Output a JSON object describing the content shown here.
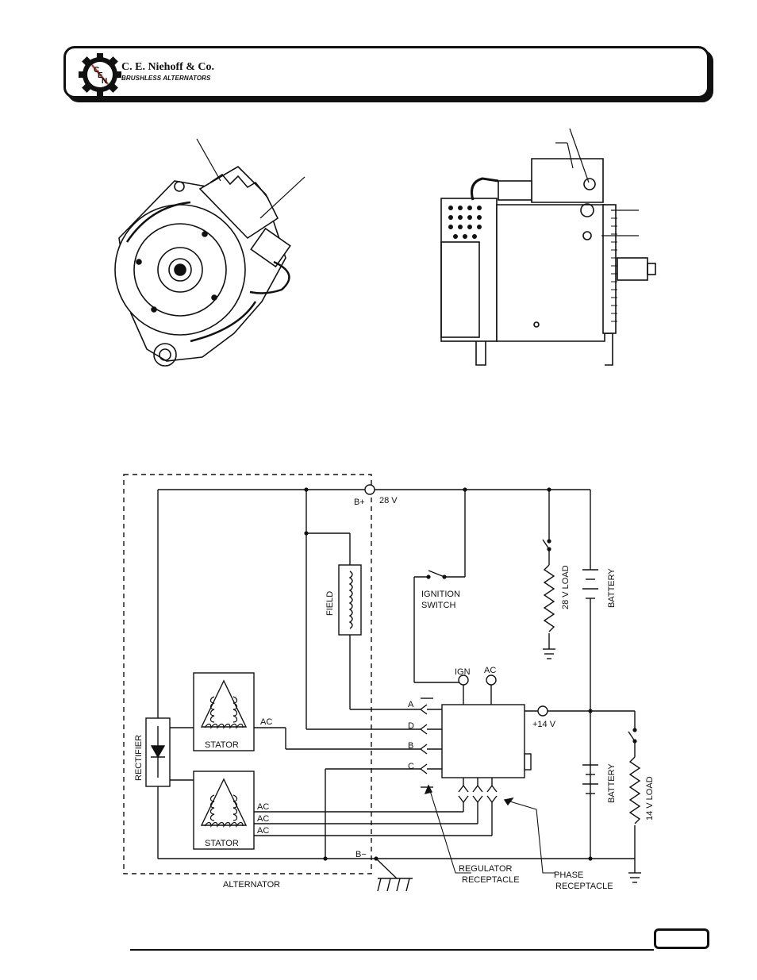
{
  "header": {
    "company": "C. E. Niehoff & Co.",
    "tagline": "BRUSHLESS ALTERNATORS",
    "logo_letters": [
      "C",
      "E",
      "N"
    ]
  },
  "diagram": {
    "b_plus": "B+",
    "voltage_28": "28 V",
    "field": "FIELD",
    "ignition_switch": [
      "IGNITION",
      "SWITCH"
    ],
    "load_28": "28 V LOAD",
    "battery_top": "BATTERY",
    "ign": "IGN",
    "ac_terminal": "AC",
    "voltage_14": "+14 V",
    "receptacle_pins": [
      "A",
      "D",
      "B",
      "C"
    ],
    "battery_bottom": "BATTERY",
    "load_14": "14 V LOAD",
    "rectifier": "RECTIFIER",
    "stator_top": "STATOR",
    "stator_bottom": "STATOR",
    "ac_labels": [
      "AC",
      "AC",
      "AC",
      "AC"
    ],
    "b_minus": "B−",
    "alternator": "ALTERNATOR",
    "regulator_receptacle": [
      "REGULATOR",
      "RECEPTACLE"
    ],
    "phase_receptacle": [
      "PHASE",
      "RECEPTACLE"
    ]
  }
}
